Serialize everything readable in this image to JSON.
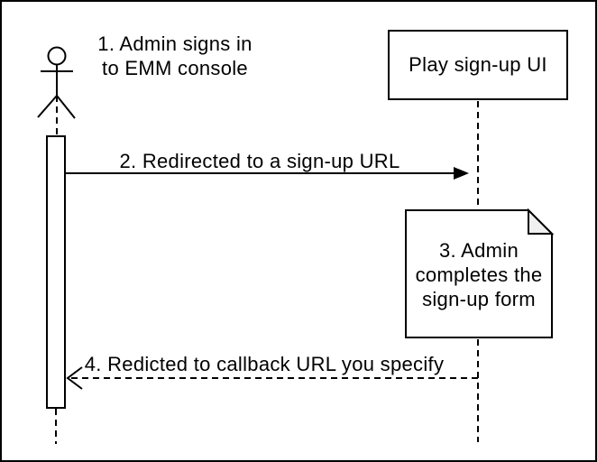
{
  "diagram_type": "uml-sequence-diagram",
  "colors": {
    "stroke": "#000000",
    "background": "#ffffff",
    "note_fold_fill": "#f0f0f0"
  },
  "participants": {
    "admin": {
      "icon": "actor-stick-figure"
    },
    "play_ui": {
      "label": "Play sign-up UI"
    }
  },
  "steps": {
    "step1": "1. Admin signs in\nto EMM console",
    "step2": "2. Redirected to a sign-up URL",
    "step3": "3. Admin\ncompletes the\nsign-up form",
    "step4": "4. Redicted to callback URL you specify"
  },
  "messages": [
    {
      "text": "2. Redirected to a sign-up URL",
      "line_style": "solid",
      "arrowhead": "filled",
      "direction": "right"
    },
    {
      "text": "4. Redicted to callback URL you specify",
      "line_style": "dashed",
      "arrowhead": "open",
      "direction": "left"
    }
  ],
  "note": {
    "text": "3. Admin\ncompletes the\nsign-up form"
  }
}
